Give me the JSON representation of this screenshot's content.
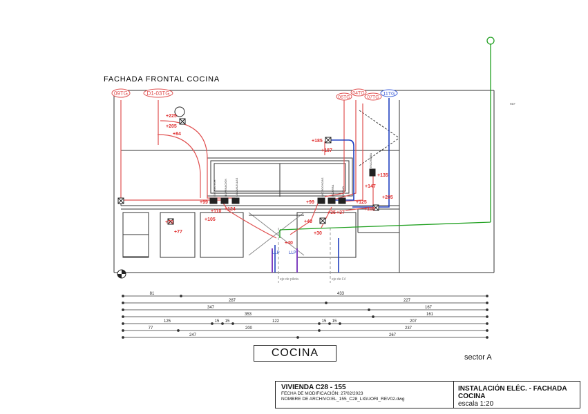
{
  "drawing_title": "FACHADA FRONTAL COCINA",
  "ref_mark": "REF",
  "circuit_tags": [
    {
      "id": "t1",
      "label": "09TG",
      "color": "#e05050"
    },
    {
      "id": "t2",
      "label": "D1-03TG",
      "color": "#e05050"
    },
    {
      "id": "t3",
      "label": "04TG",
      "color": "#e05050"
    },
    {
      "id": "t4",
      "label": "06TG",
      "color": "#e05050"
    },
    {
      "id": "t5",
      "label": "07TG",
      "color": "#e05050"
    },
    {
      "id": "t6",
      "label": "11TG",
      "color": "#3a5bd9"
    }
  ],
  "heights": [
    "+225",
    "+205",
    "+84",
    "+185",
    "+187",
    "+135",
    "+99",
    "+99",
    "+147",
    "+110",
    "+205",
    "+70",
    "+77",
    "+40",
    "+40",
    "+124",
    "+105",
    "+30",
    "+35",
    "+37",
    "+105",
    "+125"
  ],
  "outlet_labels": [
    "EXTRACTOR",
    "ILUMINACIÓN",
    "LAVAVAJILLAS",
    "MICROONDAS",
    "PIZARRA",
    "HORNO",
    "ENCIMERA",
    "LLP",
    "LLP"
  ],
  "axis_labels": {
    "pileta": "eje de pileta",
    "lv": "eje de LV"
  },
  "dimension_rows": [
    [
      "81",
      "433"
    ],
    [
      "287",
      "227"
    ],
    [
      "347",
      "167"
    ],
    [
      "353",
      "161"
    ],
    [
      "125",
      "15",
      "15",
      "122",
      "15",
      "15",
      "207"
    ],
    [
      "77",
      "200",
      "237"
    ],
    [
      "247",
      "267"
    ]
  ],
  "room_title": "COCINA",
  "sector": "sector A",
  "title_block": {
    "project": "VIVIENDA C28 - 155",
    "modified": "FECHA DE MODIFICACIÓN: 27/02/2023",
    "filename": "NOMBRE DE ARCHIVO:EL_155_C28_LIGUORI_REV02.dwg",
    "sheet_title": "INSTALACIÓN ELÉC. - FACHADA COCINA",
    "scale": "escala 1:20"
  },
  "colors": {
    "power": "#e05050",
    "circuit_blue": "#2040c0",
    "ground": "#20a020",
    "lines": "#222222",
    "purple": "#8040c0"
  }
}
